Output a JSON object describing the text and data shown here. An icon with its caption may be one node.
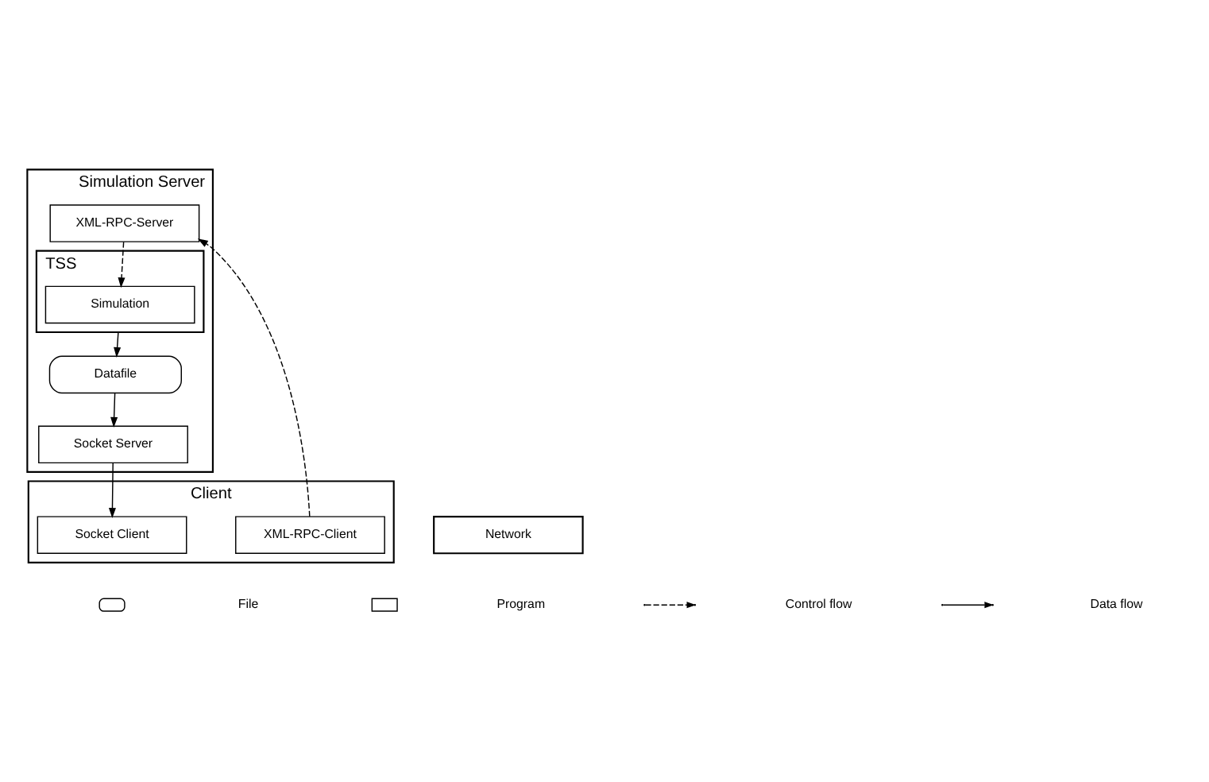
{
  "diagram": {
    "nodes": [
      {
        "text": [
          "Simulation Server"
        ]
      },
      {
        "text": [
          "TSS"
        ],
        "in": 0
      },
      {
        "text": [
          "Simulation"
        ],
        "in": 1
      },
      {
        "text": [
          "Datafile"
        ],
        "in": 0
      },
      {
        "text": [
          "Socket Server"
        ],
        "in": 0
      },
      {
        "text": [
          "XML-RPC-Server"
        ],
        "in": 0
      },
      {
        "text": [
          "Network"
        ]
      },
      {
        "text": [
          "Client"
        ]
      },
      {
        "text": [
          "Socket Client"
        ],
        "in": 7
      },
      {
        "text": [
          "XML-RPC-Client"
        ],
        "in": 7
      }
    ],
    "edges": [
      {
        "from": 1,
        "to": 3,
        "arrow": "to"
      },
      {
        "from": 3,
        "to": 4,
        "arrow": "to"
      },
      {
        "from": 4,
        "to": 8,
        "arrow": "to"
      },
      {
        "from": 9,
        "to": 5,
        "arrow": "to",
        "style": "dashed"
      },
      {
        "from": 5,
        "to": 2,
        "arrow": "to",
        "style": "dashed"
      }
    ],
    "legend": [
      {
        "text": "File"
      },
      {
        "text": "Program"
      },
      {
        "text": "Control flow"
      },
      {
        "text": "Data flow"
      }
    ]
  }
}
